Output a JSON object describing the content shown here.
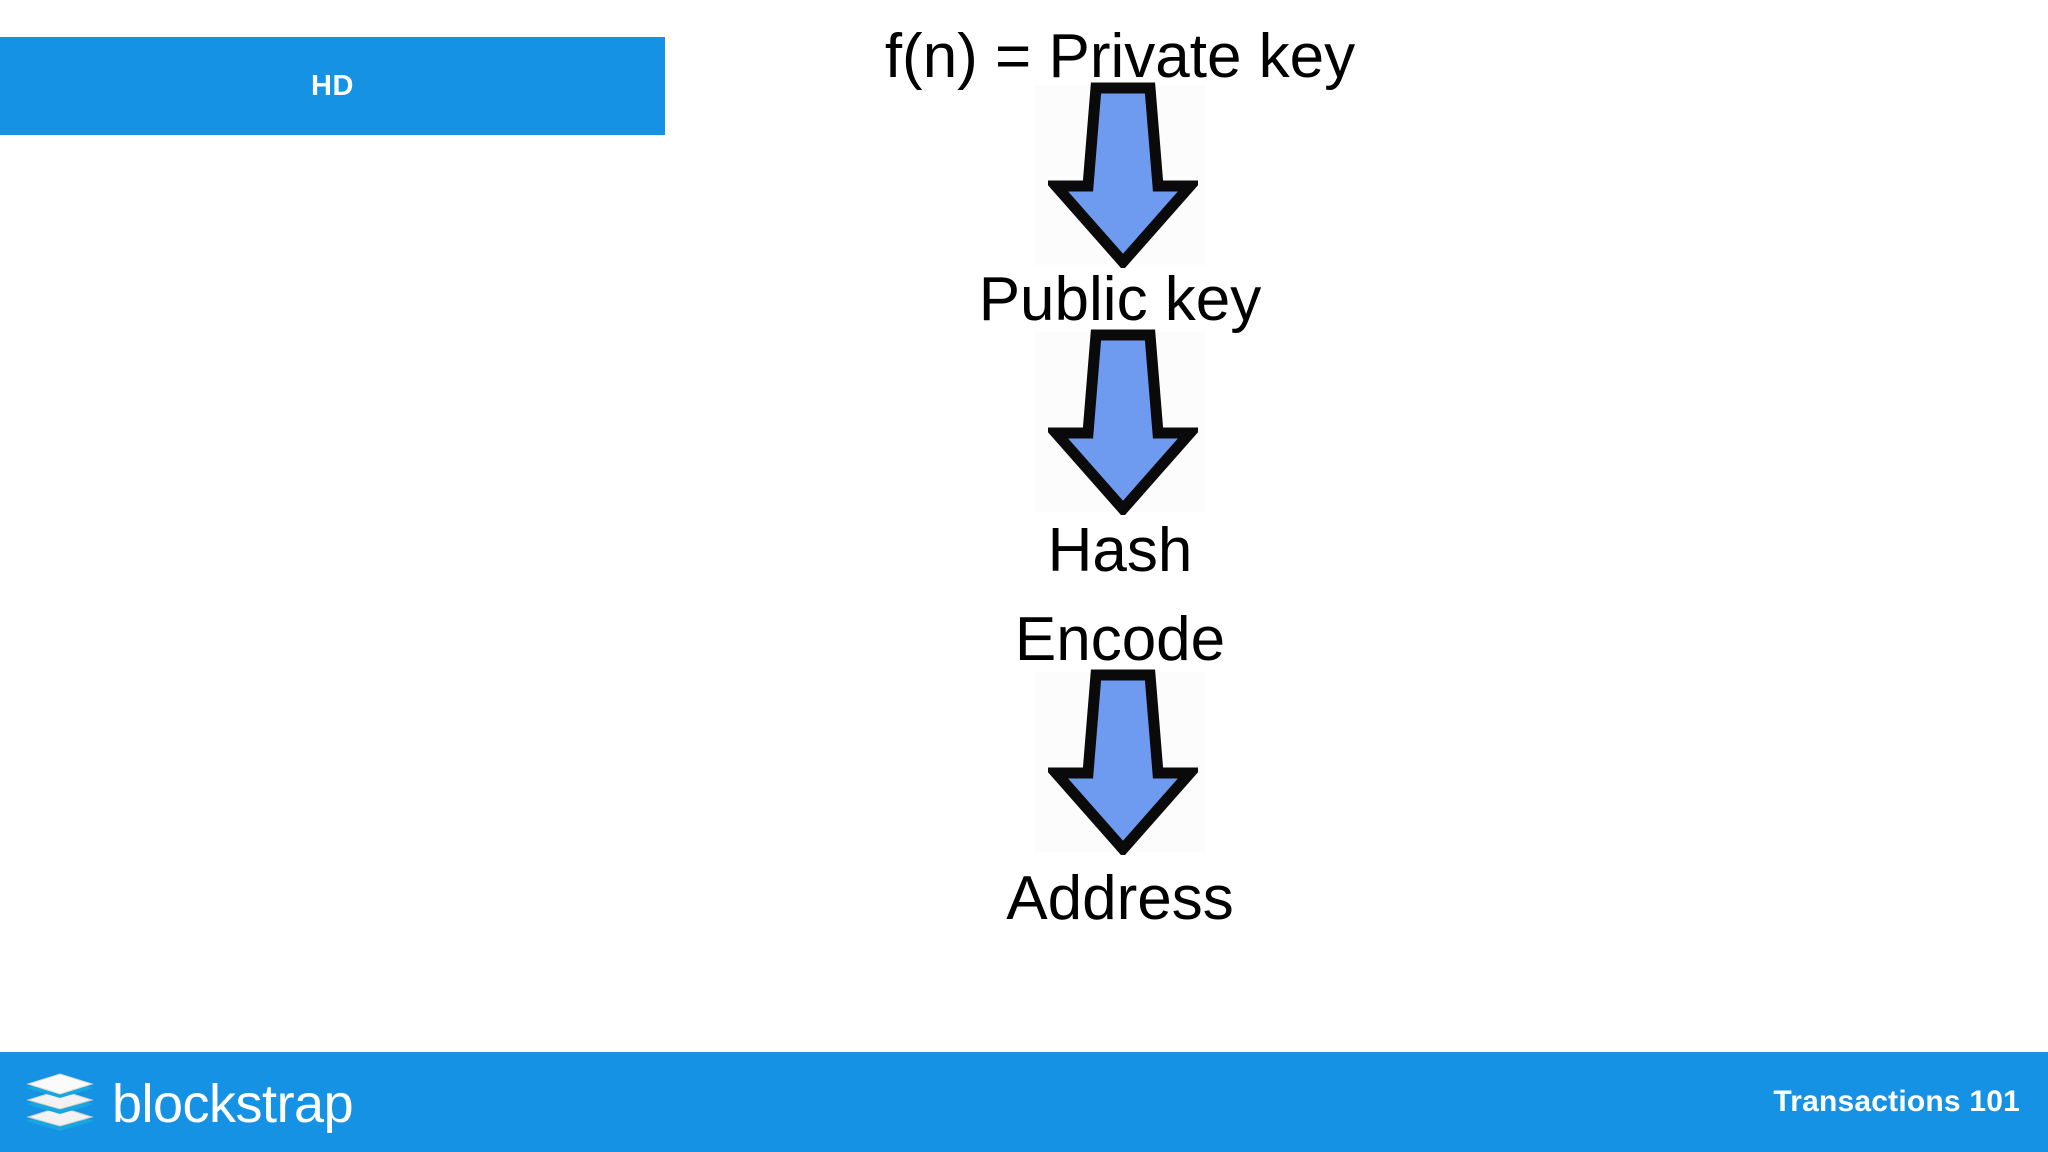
{
  "slide": {
    "background_color": "#ffffff",
    "accent_color": "#1592e4",
    "arrow_fill_color": "#6e9bf0",
    "arrow_stroke_color": "#0a0a0a",
    "section_chip": {
      "label": "HD"
    },
    "flow": {
      "steps": [
        {
          "label": "f(n) = Private key",
          "icon": ""
        },
        {
          "label": "",
          "icon": "down-arrow-icon"
        },
        {
          "label": "Public key",
          "icon": ""
        },
        {
          "label": "",
          "icon": "down-arrow-icon"
        },
        {
          "label": "Hash",
          "icon": ""
        },
        {
          "label": "Encode",
          "icon": ""
        },
        {
          "label": "",
          "icon": "down-arrow-icon"
        },
        {
          "label": "Address",
          "icon": ""
        }
      ],
      "labels": {
        "private_key": "f(n) = Private key",
        "public_key": "Public key",
        "hash": "Hash",
        "encode": "Encode",
        "address": "Address"
      }
    }
  },
  "footer": {
    "brand_name": "blockstrap",
    "brand_icon": "layers-stack-icon",
    "deck_title": "Transactions 101"
  }
}
